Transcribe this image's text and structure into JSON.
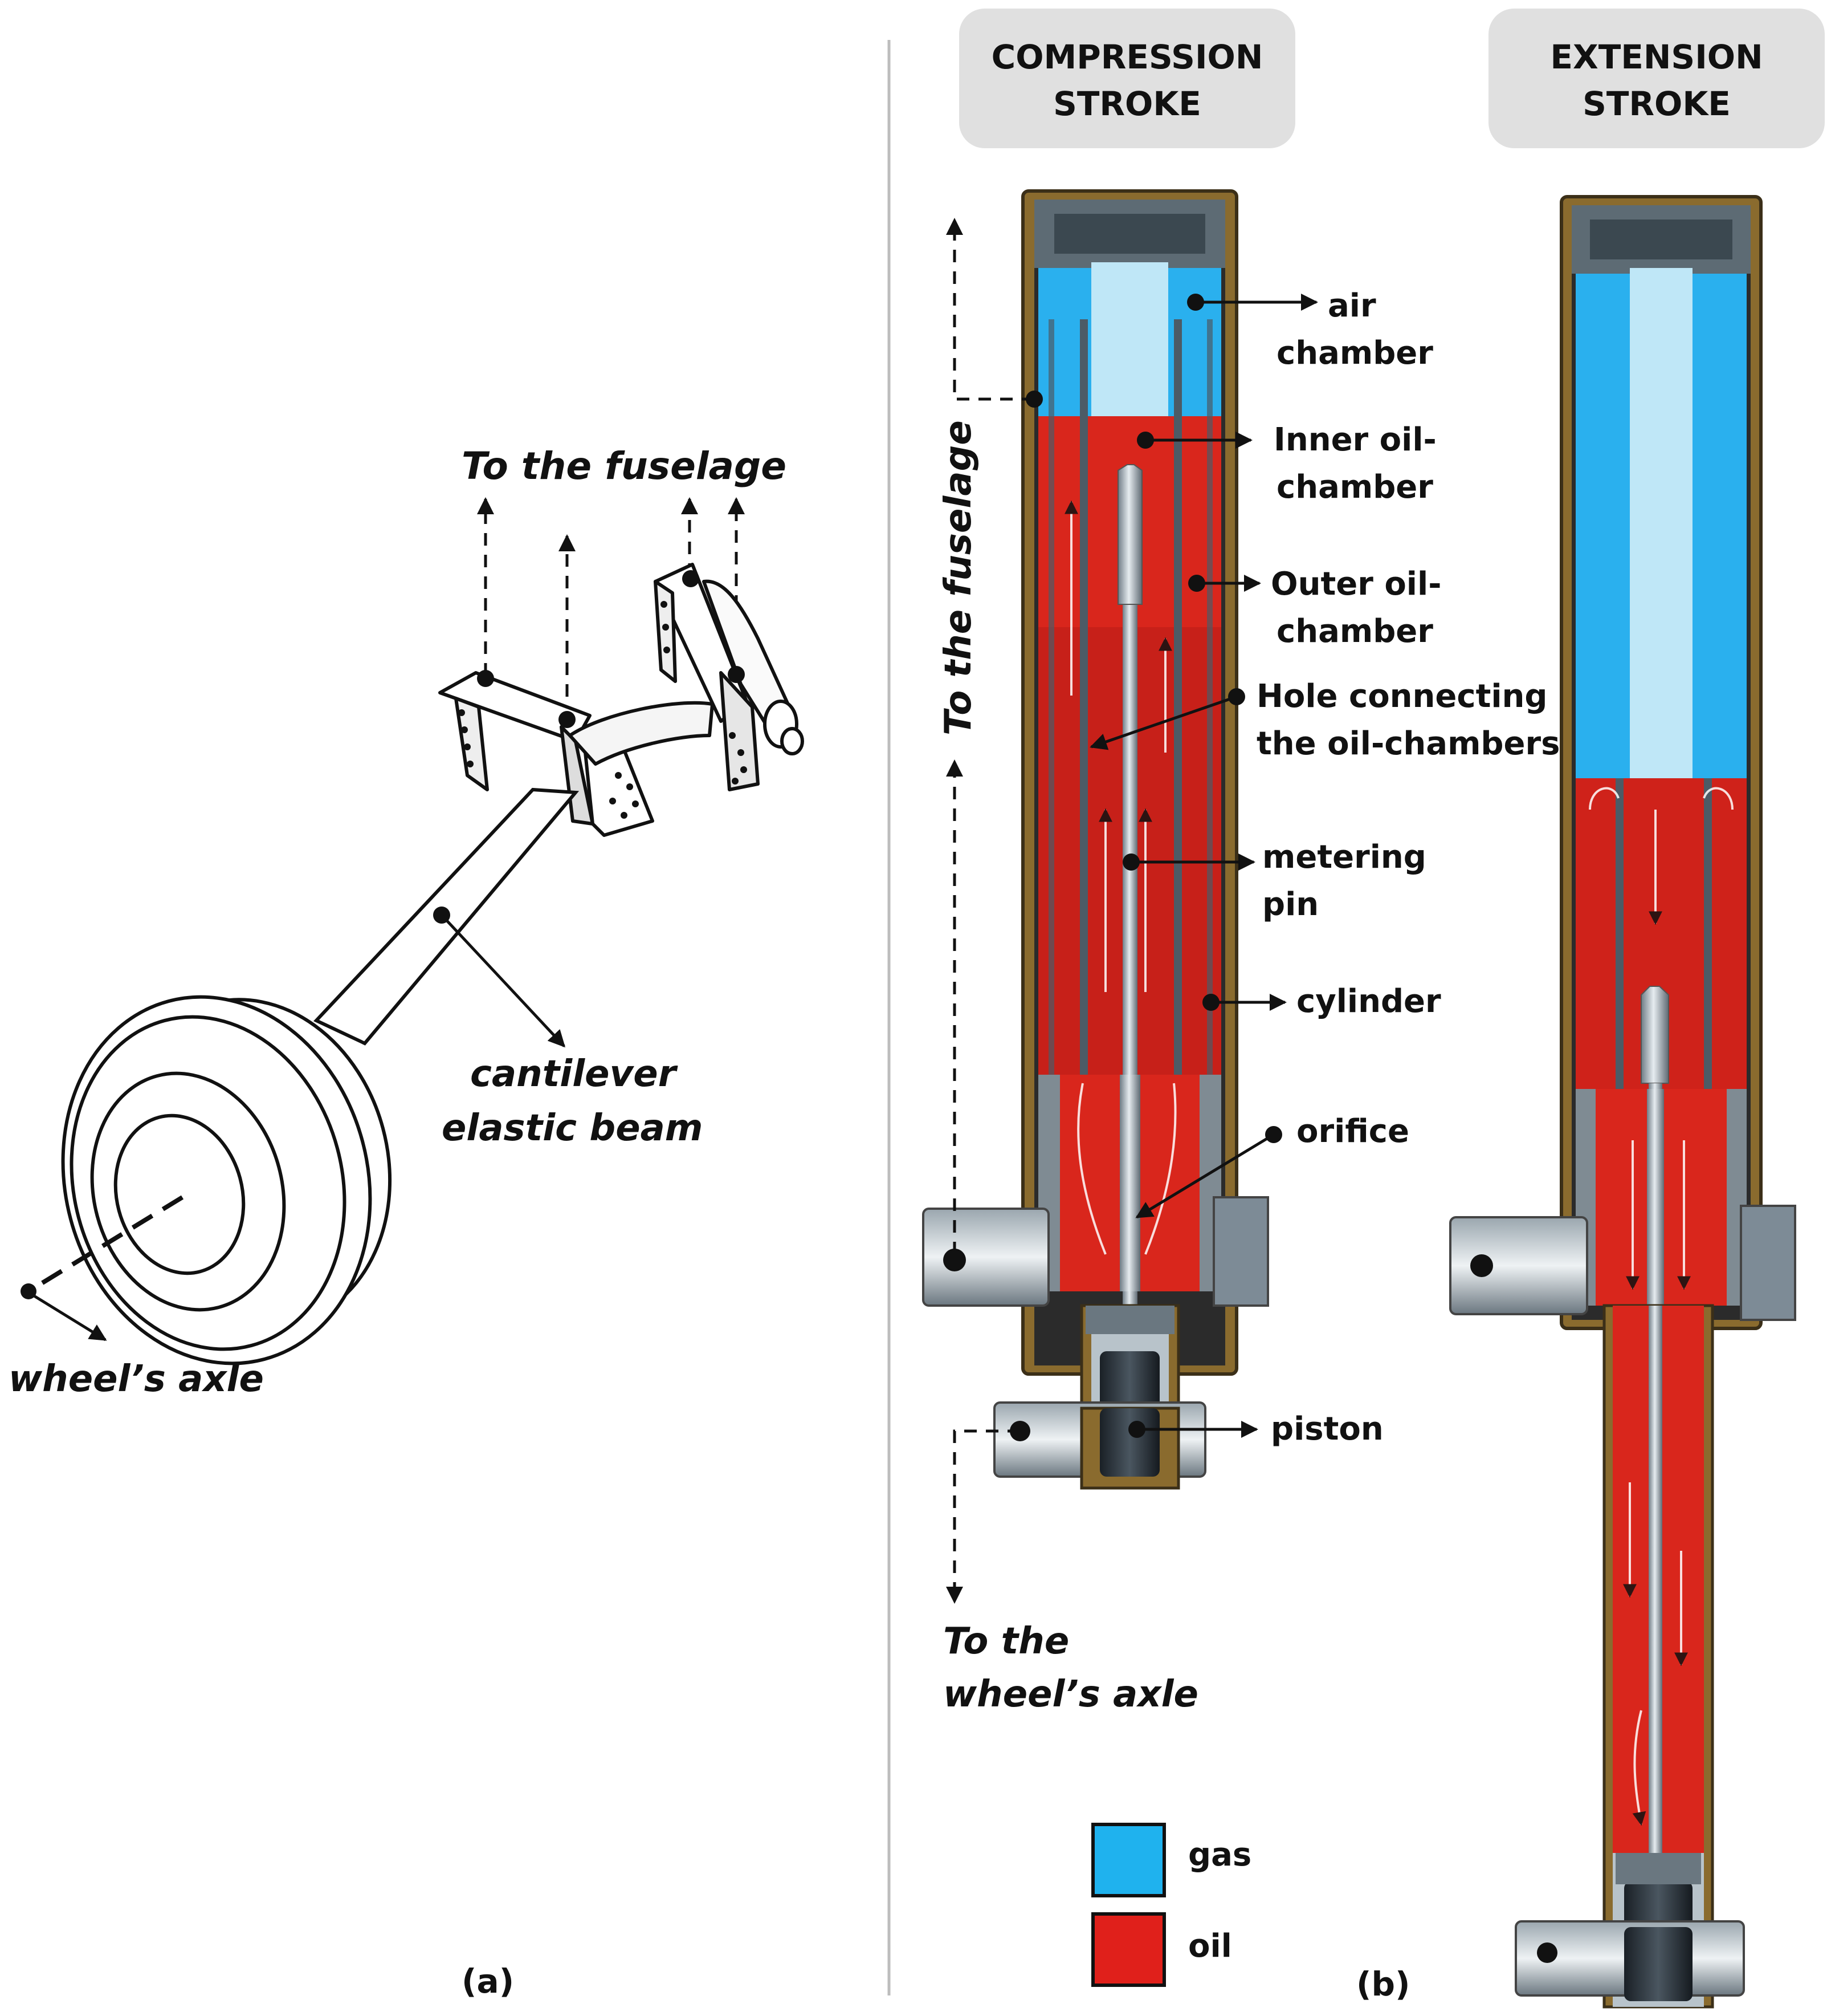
{
  "panel_a": {
    "label": "(a)",
    "fuselage_label": "To the fuselage",
    "beam_label_line1": "cantilever",
    "beam_label_line2": "elastic beam",
    "axle_label": "wheel’s axle"
  },
  "panel_b": {
    "label": "(b)",
    "compression_header_line1": "COMPRESSION",
    "compression_header_line2": "STROKE",
    "extension_header_line1": "EXTENSION",
    "extension_header_line2": "STROKE",
    "fuselage_label": "To the fuselage",
    "wheel_axle_line1": "To the",
    "wheel_axle_line2": "wheel’s axle",
    "callouts": {
      "air_chamber_1": "air",
      "air_chamber_2": "chamber",
      "inner_oil_1": "Inner oil-",
      "inner_oil_2": "chamber",
      "outer_oil_1": "Outer oil-",
      "outer_oil_2": "chamber",
      "hole_1": "Hole connecting",
      "hole_2": "the oil-chambers",
      "metering_1": "metering",
      "metering_2": "pin",
      "cylinder": "cylinder",
      "orifice": "orifice",
      "piston": "piston"
    },
    "legend": [
      {
        "label": "gas",
        "color": "#1fb2ee"
      },
      {
        "label": "oil",
        "color": "#e0201b"
      }
    ]
  },
  "colors": {
    "gas": "#2ab0ee",
    "gas_light": "#bfe7f7",
    "oil": "#d9261c",
    "oil_dark": "#b81c18",
    "casing": "#8a6b2e",
    "header_bg": "#e0e0e0"
  }
}
